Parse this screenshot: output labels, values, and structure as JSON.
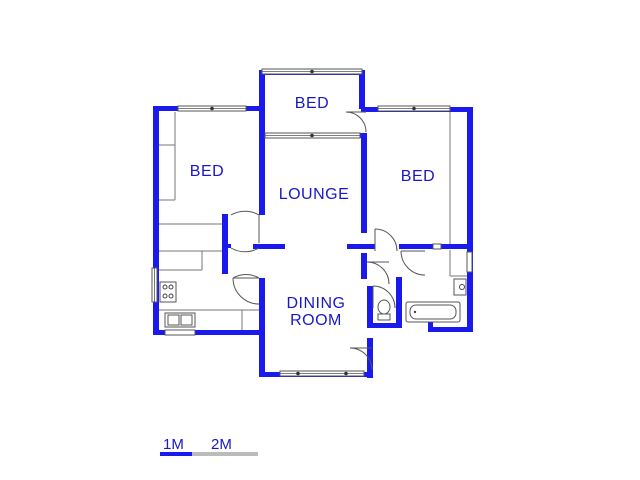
{
  "rooms": [
    {
      "id": "bed-top",
      "label": "BED"
    },
    {
      "id": "bed-left",
      "label": "BED"
    },
    {
      "id": "lounge",
      "label": "LOUNGE"
    },
    {
      "id": "bed-right",
      "label": "BED"
    },
    {
      "id": "dining-1",
      "label": "DINING"
    },
    {
      "id": "dining-2",
      "label": "ROOM"
    }
  ],
  "scale": {
    "label_1": "1M",
    "label_2": "2M"
  },
  "colors": {
    "wall": "#1a1aee",
    "text": "#1818c8",
    "scale_gray": "#bbbbbb"
  }
}
